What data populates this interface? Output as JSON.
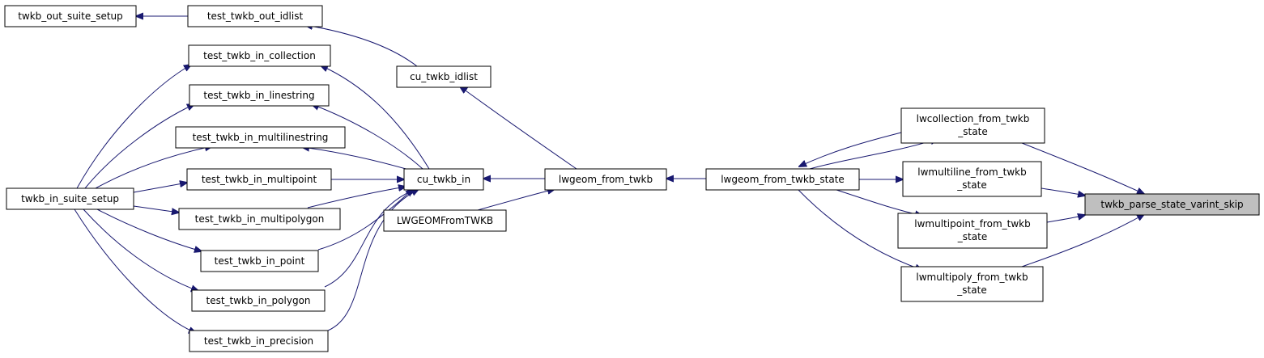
{
  "colors": {
    "edge": "#191970",
    "focus_fill": "#bfbfbf",
    "node_border": "#000000"
  },
  "nodes": {
    "twkb_out_suite_setup": [
      "twkb_out_suite_setup"
    ],
    "test_twkb_out_idlist": [
      "test_twkb_out_idlist"
    ],
    "cu_twkb_idlist": [
      "cu_twkb_idlist"
    ],
    "test_twkb_in_collection": [
      "test_twkb_in_collection"
    ],
    "test_twkb_in_linestring": [
      "test_twkb_in_linestring"
    ],
    "test_twkb_in_multilinestring": [
      "test_twkb_in_multilinestring"
    ],
    "test_twkb_in_multipoint": [
      "test_twkb_in_multipoint"
    ],
    "test_twkb_in_multipolygon": [
      "test_twkb_in_multipolygon"
    ],
    "test_twkb_in_point": [
      "test_twkb_in_point"
    ],
    "test_twkb_in_polygon": [
      "test_twkb_in_polygon"
    ],
    "test_twkb_in_precision": [
      "test_twkb_in_precision"
    ],
    "twkb_in_suite_setup": [
      "twkb_in_suite_setup"
    ],
    "cu_twkb_in": [
      "cu_twkb_in"
    ],
    "lwgeom_from_twkb": [
      "lwgeom_from_twkb"
    ],
    "LWGEOMFromTWKB": [
      "LWGEOMFromTWKB"
    ],
    "lwgeom_from_twkb_state": [
      "lwgeom_from_twkb_state"
    ],
    "lwcollection_from_twkb_state": [
      "lwcollection_from_twkb",
      "_state"
    ],
    "lwmultiline_from_twkb_state": [
      "lwmultiline_from_twkb",
      "_state"
    ],
    "lwmultipoint_from_twkb_state": [
      "lwmultipoint_from_twkb",
      "_state"
    ],
    "lwmultipoly_from_twkb_state": [
      "lwmultipoly_from_twkb",
      "_state"
    ],
    "twkb_parse_state_varint_skip": [
      "twkb_parse_state_varint_skip"
    ]
  }
}
